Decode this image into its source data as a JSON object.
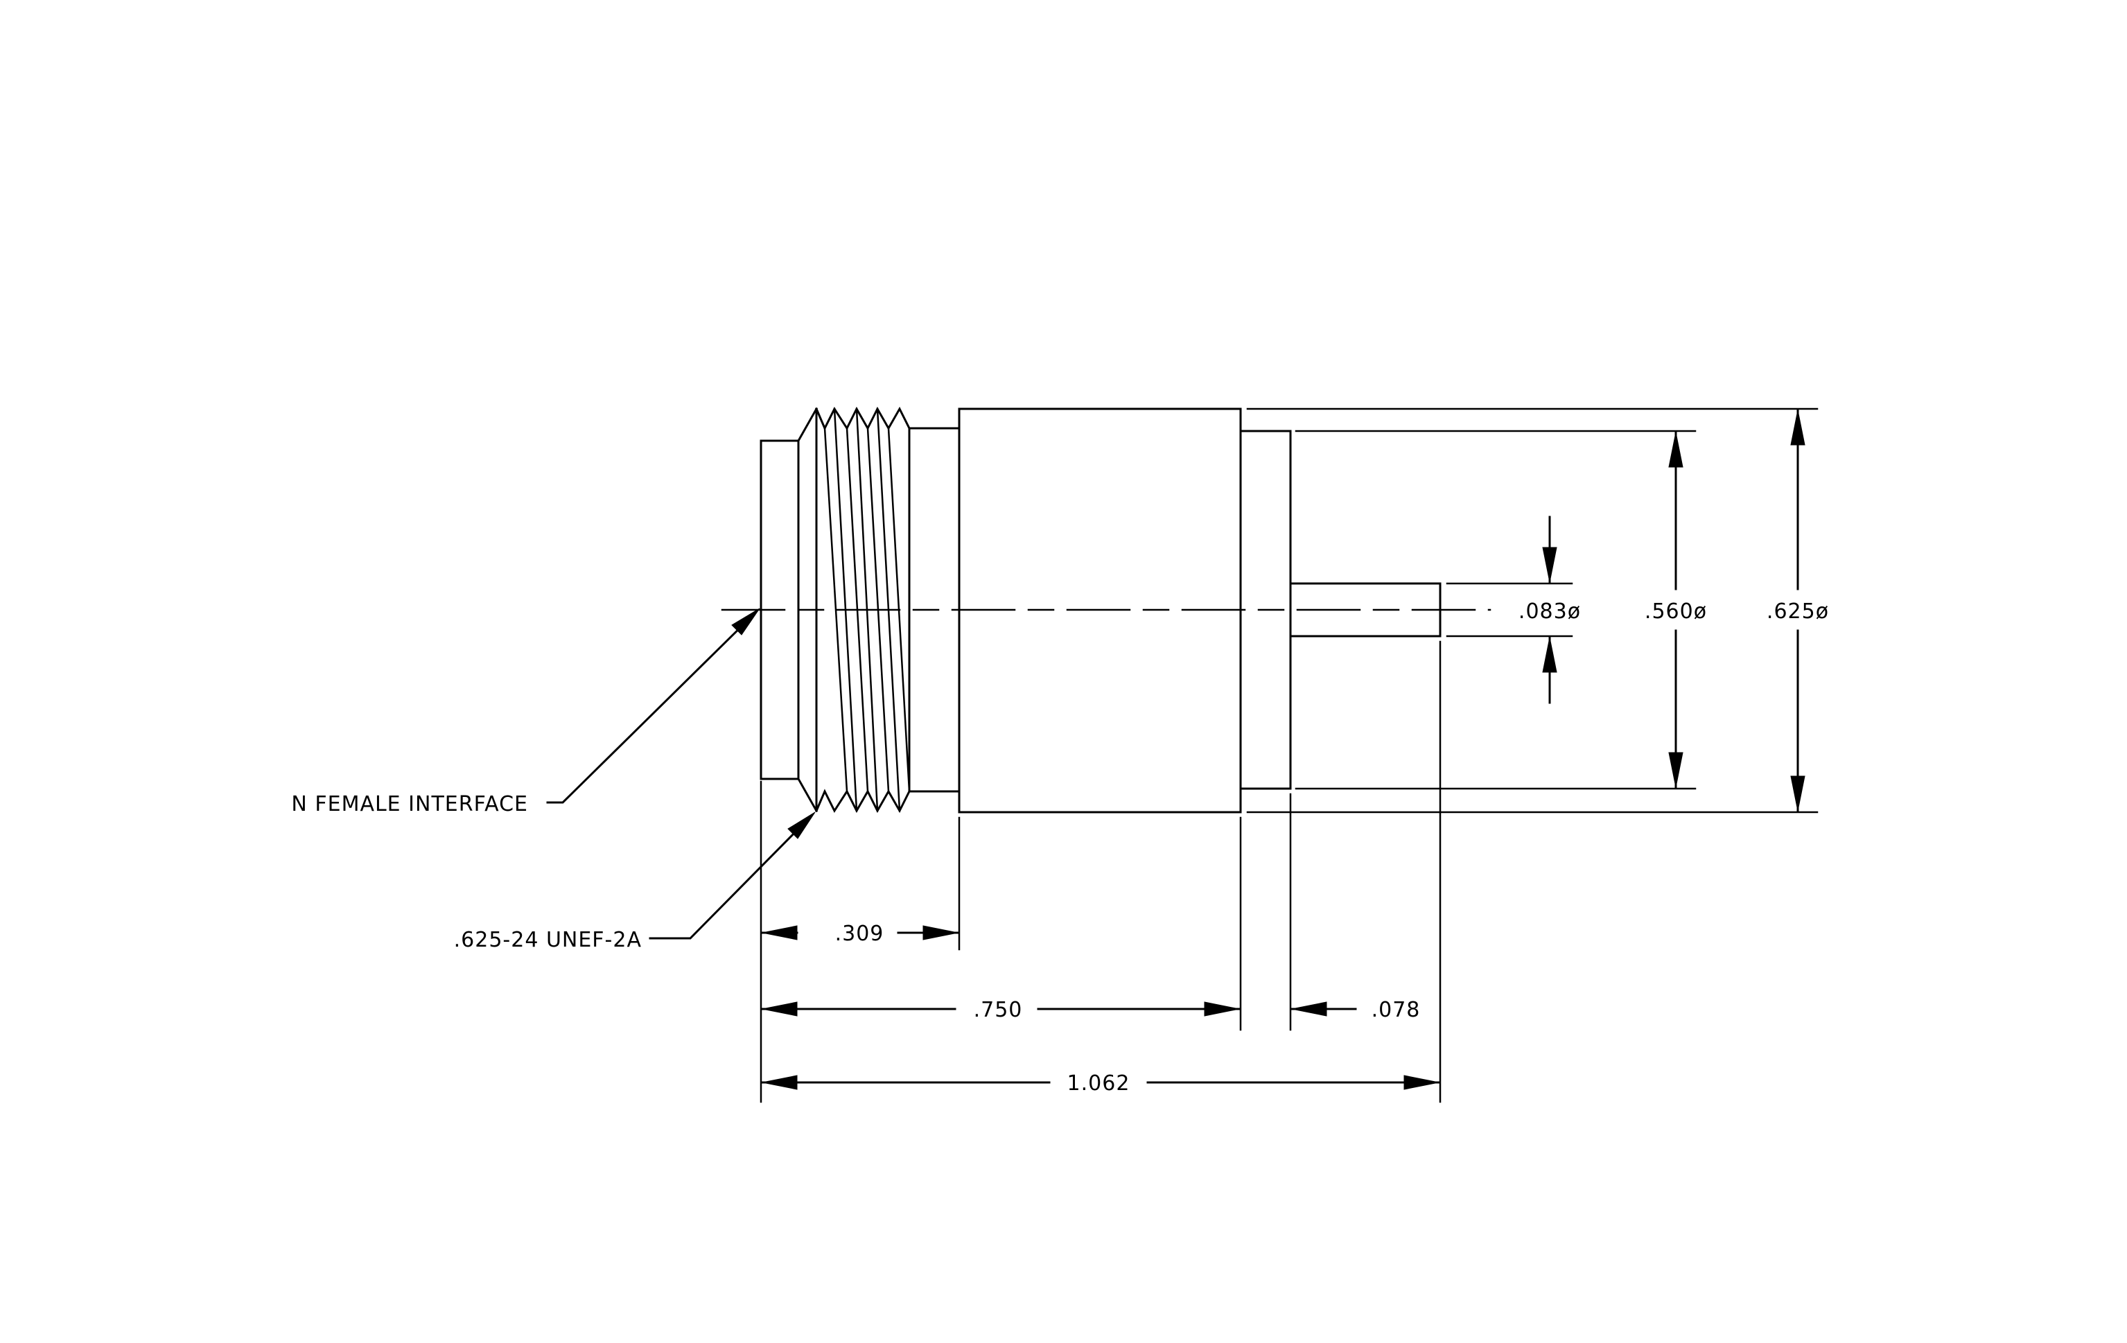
{
  "drawing": {
    "callouts": {
      "interface": "N FEMALE INTERFACE",
      "thread": ".625-24 UNEF-2A"
    },
    "dimensions": {
      "thread_length": ".309",
      "body_length": ".750",
      "flange_thickness": ".078",
      "overall_length": "1.062",
      "pin_diameter": ".083ø",
      "flange_diameter": ".560ø",
      "body_diameter": ".625ø"
    },
    "colors": {
      "line": "#000000",
      "background": "#ffffff"
    }
  }
}
